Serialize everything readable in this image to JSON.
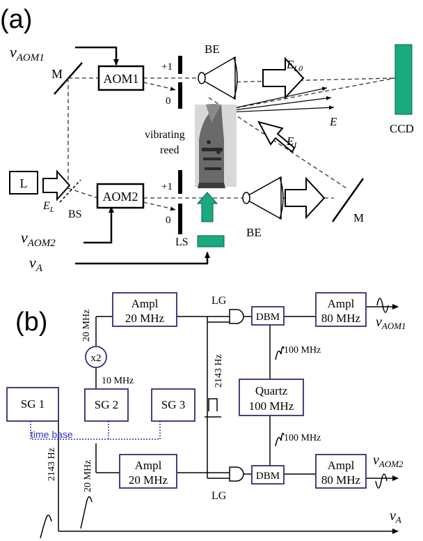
{
  "panel_a": {
    "label": "(a)",
    "nu_aom1": {
      "base": "ν",
      "sub": "AOM1"
    },
    "nu_aom2": {
      "base": "ν",
      "sub": "AOM2"
    },
    "nu_a": {
      "base": "ν",
      "sub": "A"
    },
    "mirror_top": "M",
    "mirror_right": "M",
    "aom1": "AOM1",
    "aom2": "AOM2",
    "order_plus1_top": "+1",
    "order_0_top": "0",
    "order_plus1_bottom": "+1",
    "order_0_bottom": "0",
    "be_top": "BE",
    "be_bottom": "BE",
    "el0": {
      "base": "E",
      "sub": "L0"
    },
    "e_label": "E",
    "ei": {
      "base": "E",
      "sub": "I"
    },
    "el": {
      "base": "E",
      "sub": "L"
    },
    "ccd": "CCD",
    "vibrating": "vibrating",
    "reed": "reed",
    "laser": "L",
    "bs": "BS",
    "ls": "LS"
  },
  "panel_b": {
    "label": "(b)",
    "ampl_top_line1": "Ampl",
    "ampl_top_line2": "20 MHz",
    "ampl_bottom_line1": "Ampl",
    "ampl_bottom_line2": "20 MHz",
    "ampl80_top_line1": "Ampl",
    "ampl80_top_line2": "80 MHz",
    "ampl80_bottom_line1": "Ampl",
    "ampl80_bottom_line2": "80 MHz",
    "lg_top": "LG",
    "lg_bottom": "LG",
    "dbm_top": "DBM",
    "dbm_bottom": "DBM",
    "quartz_line1": "Quartz",
    "quartz_line2": "100 MHz",
    "sg1": "SG 1",
    "sg2": "SG 2",
    "sg3": "SG 3",
    "x2": "x2",
    "f20_top": "20 MHz",
    "f10": "10 MHz",
    "f20_bottom": "20 MHz",
    "f2143_mid": "2143 Hz",
    "f2143_left": "2143 Hz",
    "f100_top": "100 MHz",
    "f100_bottom": "100 MHz",
    "time_base": "time base",
    "nu_aom1": {
      "base": "ν",
      "sub": "AOM1"
    },
    "nu_aom2": {
      "base": "ν",
      "sub": "AOM2"
    },
    "nu_a": {
      "base": "ν",
      "sub": "A"
    }
  },
  "colors": {
    "ink": "#000000",
    "teal": "#1aaa80",
    "box": "#2e2e70",
    "timebase": "#3333bb",
    "beam": "#333333"
  }
}
